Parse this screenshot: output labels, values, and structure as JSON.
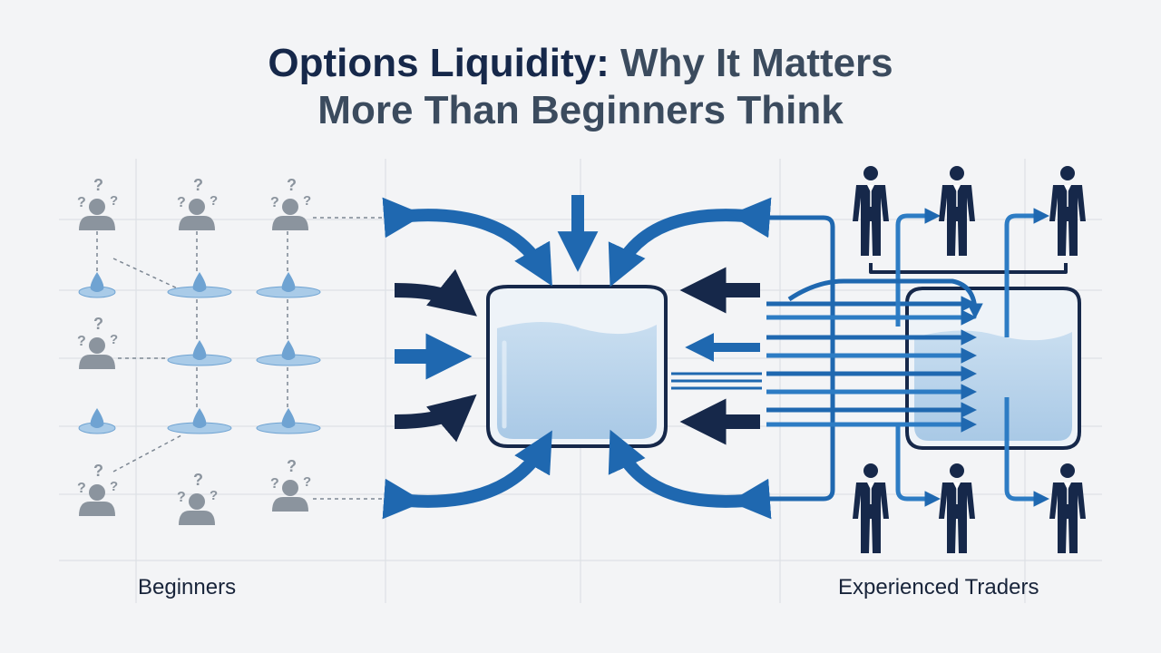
{
  "title": {
    "highlight": "Options Liquidity:",
    "rest_line1": " Why It Matters",
    "line2": "More Than Beginners Think"
  },
  "labels": {
    "left": "Beginners",
    "right": "Experienced Traders"
  },
  "colors": {
    "background": "#f3f4f6",
    "navy": "#16284a",
    "blue": "#1f68b0",
    "water": "#b7d3ea",
    "beginner_grey": "#8b949e",
    "grid": "#dde1e6"
  },
  "icons": {
    "beginner": "person-question-icon",
    "trader": "businessman-icon",
    "droplet": "water-drop-icon",
    "pool": "liquidity-pool-icon"
  }
}
